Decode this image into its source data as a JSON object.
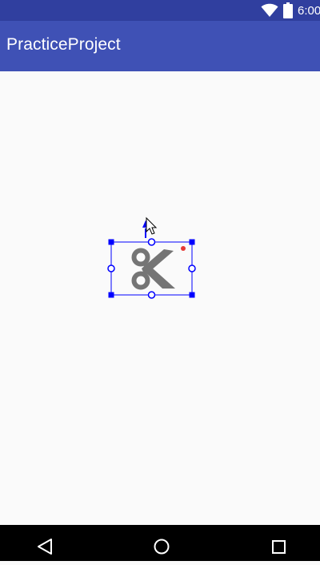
{
  "status_bar": {
    "time": "6:00",
    "icons": [
      "wifi-icon",
      "battery-icon"
    ]
  },
  "app_bar": {
    "title": "PracticeProject"
  },
  "canvas": {
    "image_view": {
      "icon": "scissors-icon",
      "selected": true,
      "has_warning_badge": true
    }
  },
  "nav_bar": {
    "buttons": [
      "back",
      "home",
      "recents"
    ]
  },
  "colors": {
    "status_bar": "#303f9f",
    "app_bar": "#3f51b5",
    "selection": "#0000ff",
    "icon_gray": "#757575",
    "warning": "#e53935"
  }
}
